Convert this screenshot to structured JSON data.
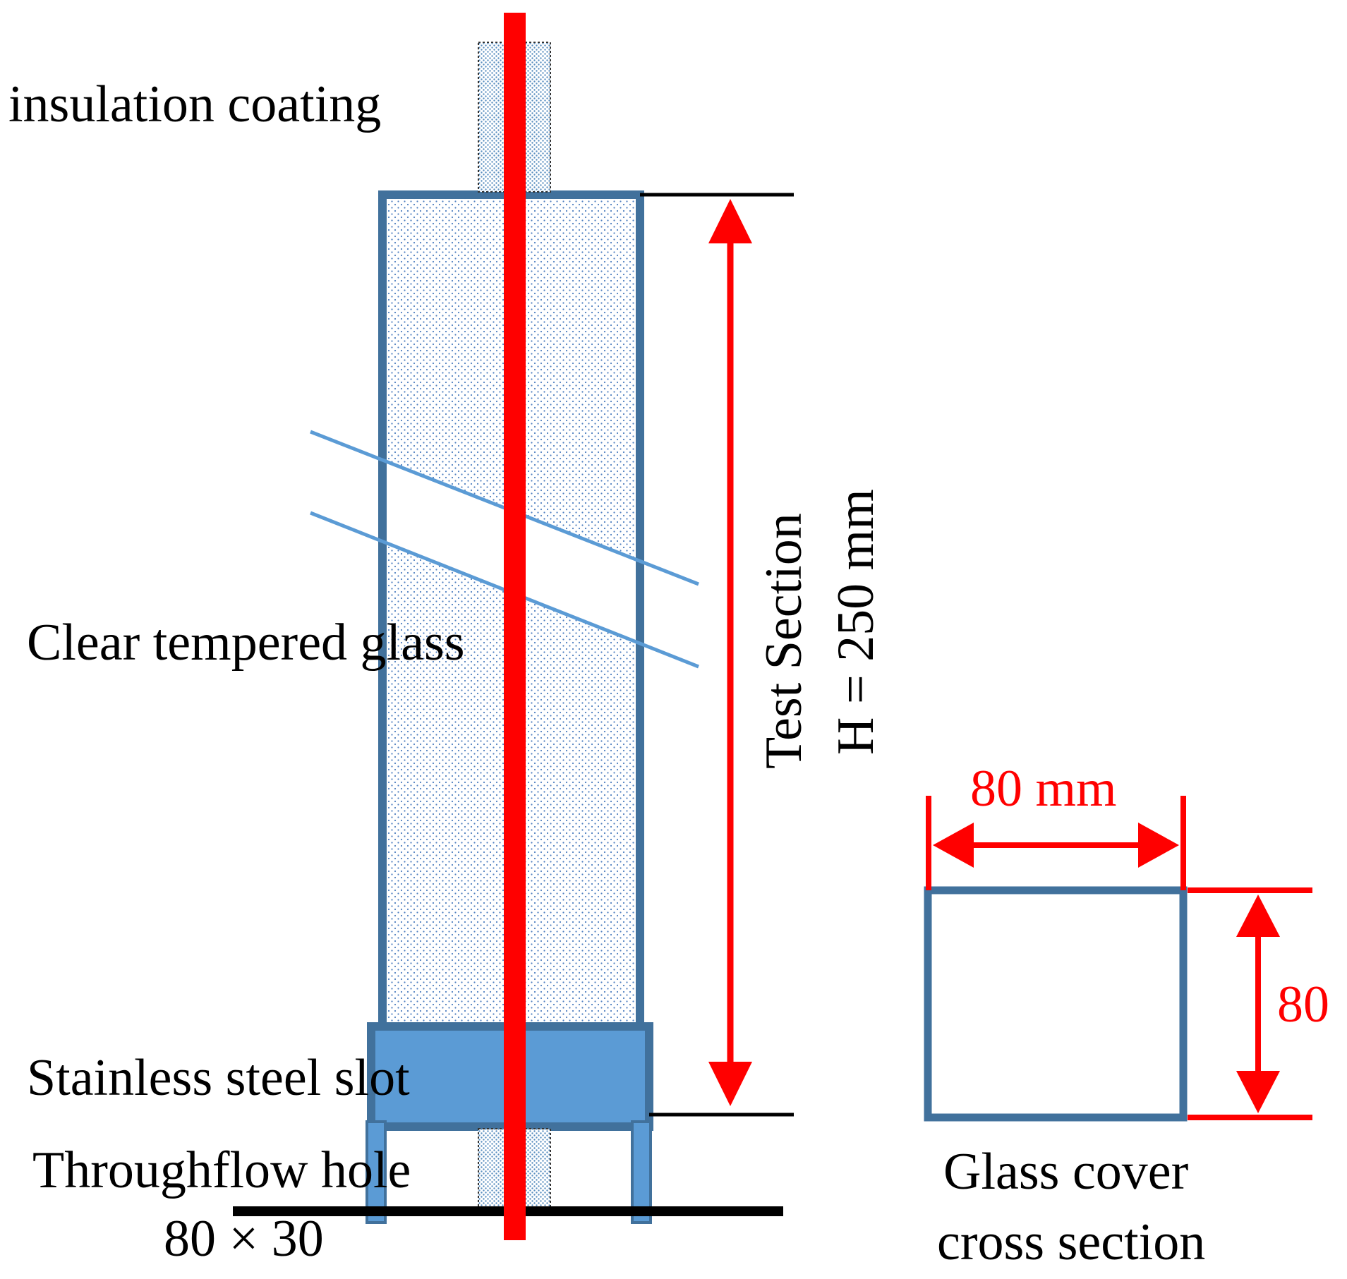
{
  "labels": {
    "insulation_coating": "insulation coating",
    "clear_tempered_glass": "Clear tempered glass",
    "stainless_steel_slot": "Stainless steel slot",
    "throughflow_hole": "Throughflow hole",
    "throughflow_hole_size": "80 × 30",
    "test_section": "Test Section",
    "height": "H = 250 mm",
    "width_dimension": "80 mm",
    "depth_dimension": "80",
    "cross_section_line1": "Glass cover",
    "cross_section_line2": "cross section"
  },
  "colors": {
    "glass_outline": "#41719c",
    "glass_fill_dots": "#4f7fc0",
    "slot_fill": "#5b9bd5",
    "heater_rod": "#ff0000",
    "dimension": "#ff0000",
    "break_lines": "#5b9bd5",
    "baseline": "#000000"
  }
}
